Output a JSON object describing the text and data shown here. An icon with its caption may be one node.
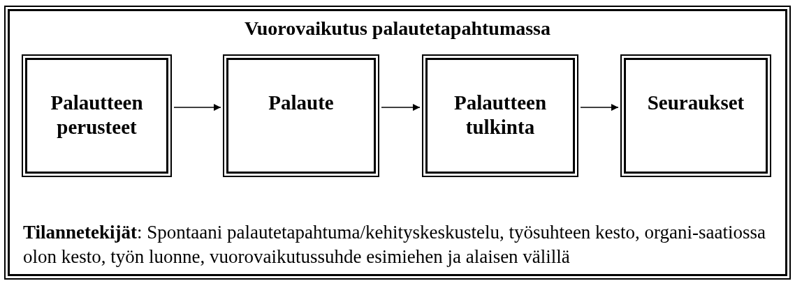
{
  "diagram": {
    "nodes": [
      {
        "text": [
          "Vuorovaikutus palautetapahtumassa",
          "**Tilannetekijät**: Spontaani palautetapahtuma/kehityskeskustelu, työsuhteen kesto, organi-saatiossa olon kesto, työn luonne, vuorovaikutussuhde esimiehen ja alaisen välillä"
        ]
      },
      {
        "text": [
          "Palautteen perusteet"
        ],
        "in": 0
      },
      {
        "text": [
          "Palaute"
        ],
        "in": 0
      },
      {
        "text": [
          "Palautteen tulkinta"
        ],
        "in": 0
      },
      {
        "text": [
          "Seuraukset"
        ],
        "in": 0
      }
    ],
    "edges": [
      {
        "from": 1,
        "to": 2,
        "arrow": "to"
      },
      {
        "from": 2,
        "to": 3,
        "arrow": "to"
      },
      {
        "from": 3,
        "to": 4,
        "arrow": "to"
      }
    ]
  }
}
